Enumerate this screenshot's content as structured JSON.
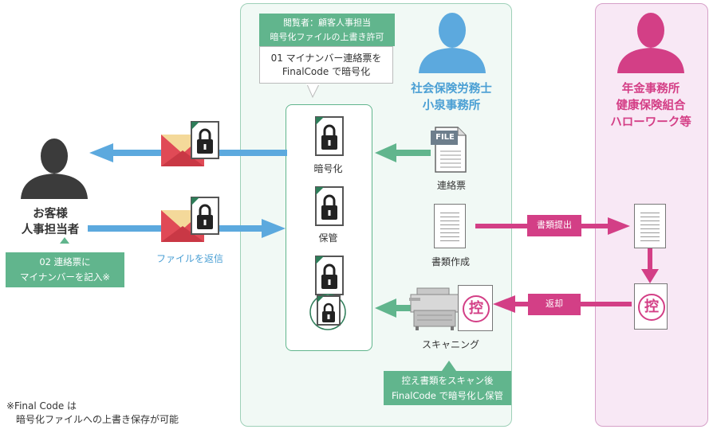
{
  "colors": {
    "blue": "#5ca9de",
    "green": "#61b58d",
    "pink": "#d33f86",
    "panel_green_bg": "#f1f9f5",
    "panel_pink_bg": "#f8e8f5"
  },
  "customer": {
    "name_line1": "お客様",
    "name_line2": "人事担当者",
    "step_line1": "02 連絡票に",
    "step_line2": "マイナンバーを記入※",
    "reply_label": "ファイルを返信"
  },
  "office": {
    "name_line1": "社会保険労務士",
    "name_line2": "小泉事務所",
    "permission_line1": "閲覧者：顧客人事担当",
    "permission_line2": "暗号化ファイルの上書き許可",
    "step01_line1": "01 マイナンバー連絡票を",
    "step01_line2": "FinalCode で暗号化",
    "encrypt_label": "暗号化",
    "store_label": "保管",
    "form_label": "連絡票",
    "file_tag": "FILE",
    "create_label": "書類作成",
    "scan_label": "スキャニング",
    "scan_note_line1": "控え書類をスキャン後",
    "scan_note_line2": "FinalCode で暗号化し保管",
    "stamp_char": "控"
  },
  "agency": {
    "name_line1": "年金事務所",
    "name_line2": "健康保険組合",
    "name_line3": "ハローワーク等",
    "submit_label": "書類提出",
    "return_label": "返却",
    "stamp_char": "控"
  },
  "footnote": {
    "line1": "※Final Code は",
    "line2": "暗号化ファイルへの上書き保存が可能"
  }
}
